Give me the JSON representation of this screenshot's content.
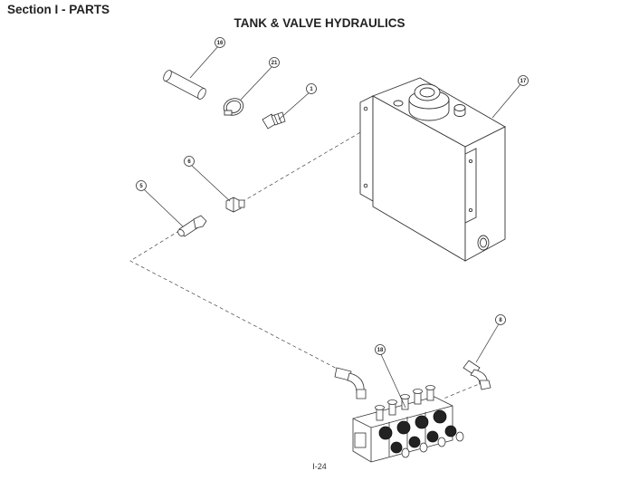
{
  "header": {
    "section": "Section I - PARTS",
    "title": "TANK & VALVE HYDRAULICS"
  },
  "footer": {
    "page": "I-24"
  },
  "callouts": {
    "c16": "16",
    "c21": "21",
    "c1": "1",
    "c17": "17",
    "c6": "6",
    "c5": "5",
    "c8": "8",
    "c18": "18"
  },
  "parts": [
    {
      "id": "16",
      "name": "tube-sleeve"
    },
    {
      "id": "21",
      "name": "hose-clamp"
    },
    {
      "id": "1",
      "name": "fitting-straight"
    },
    {
      "id": "17",
      "name": "hydraulic-tank"
    },
    {
      "id": "6",
      "name": "fitting-adapter"
    },
    {
      "id": "5",
      "name": "fitting-nipple"
    },
    {
      "id": "8",
      "name": "fitting-elbow"
    },
    {
      "id": "18",
      "name": "control-valve"
    }
  ]
}
